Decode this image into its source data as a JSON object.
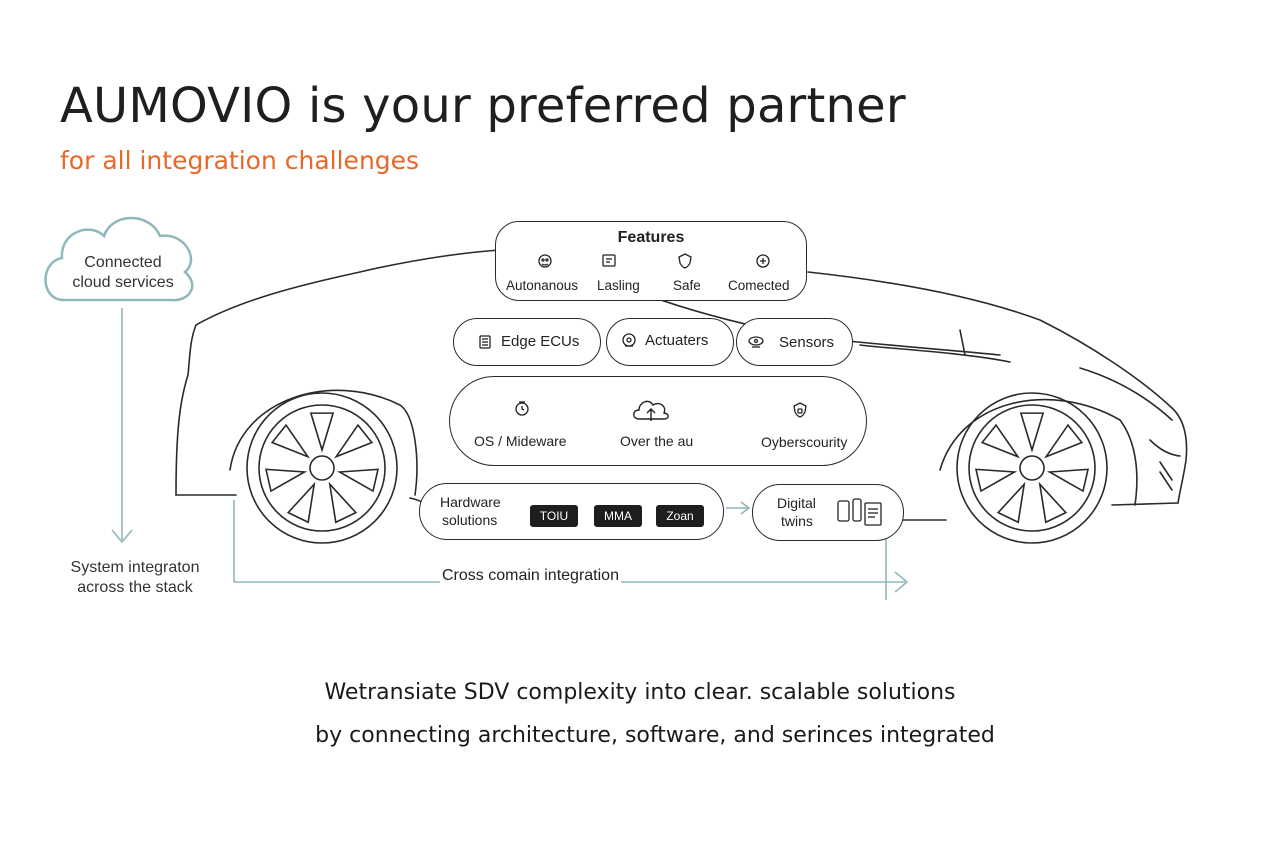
{
  "header": {
    "title": "AUMOVIO is your preferred partner",
    "subtitle": "for all integration challenges",
    "subtitle_color": "#e8682a"
  },
  "cloud": {
    "line1": "Connected",
    "line2": "cloud services",
    "icon": "cloud-icon",
    "stroke_color": "#8fb8bd"
  },
  "system_integration": {
    "line1": "System integraton",
    "line2": "across the stack"
  },
  "features": {
    "title": "Features",
    "items": [
      {
        "label": "Autonanous",
        "icon": "robot-icon"
      },
      {
        "label": "Lasling",
        "icon": "tablet-icon"
      },
      {
        "label": "Safe",
        "icon": "shield-icon"
      },
      {
        "label": "Comected",
        "icon": "link-icon"
      }
    ]
  },
  "components": {
    "edge_ecus": {
      "label": "Edge ECUs",
      "icon": "chip-icon"
    },
    "actuators": {
      "label": "Actuaters",
      "icon": "gear-icon"
    },
    "sensors": {
      "label": "Sensors",
      "icon": "sensor-icon"
    }
  },
  "software": {
    "items": [
      {
        "label": "OS / Mideware",
        "icon": "clock-icon"
      },
      {
        "label": "Over the au",
        "icon": "cloud-upload-icon"
      },
      {
        "label": "Oyberscourity",
        "icon": "lock-icon"
      }
    ]
  },
  "hardware": {
    "label_line1": "Hardware",
    "label_line2": "solutions",
    "chips": [
      "TOIU",
      "MMA",
      "Zoan"
    ]
  },
  "digital_twins": {
    "line1": "Digital",
    "line2": "twins",
    "icon": "devices-icon"
  },
  "cross_domain": {
    "label": "Cross comain integration"
  },
  "footer": {
    "line1": "Wetransiate SDV complexity into clear. scalable solutions",
    "line2": "by connecting architecture, software, and serinces integrated"
  }
}
